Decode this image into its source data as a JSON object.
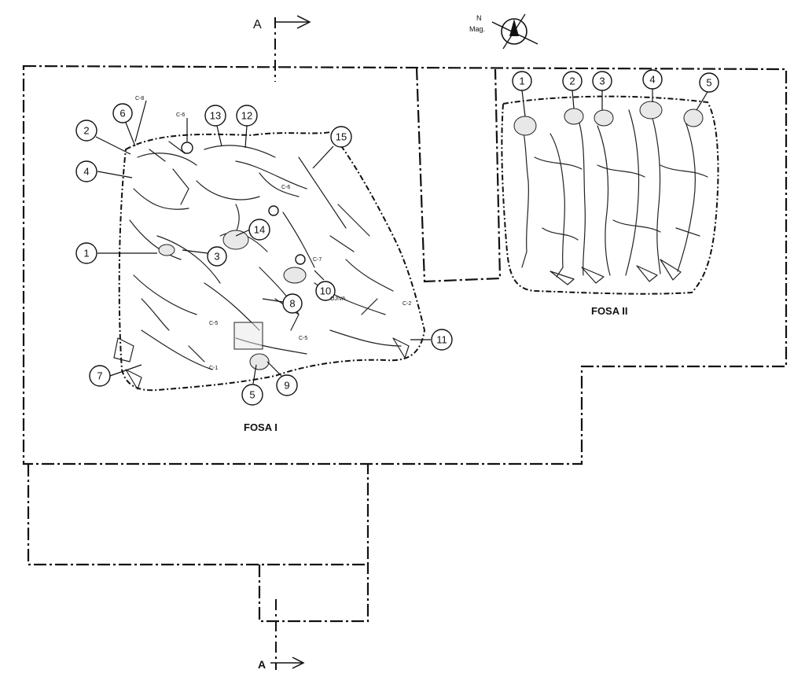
{
  "section_marker": {
    "letter": "A"
  },
  "north_arrow": {
    "line1": "N",
    "line2": "Mag.",
    "icon": "compass-icon"
  },
  "pits": [
    {
      "label": "FOSA I",
      "body_numbers": [
        "1",
        "2",
        "4",
        "6",
        "13",
        "12",
        "15",
        "14",
        "3",
        "8",
        "10",
        "11",
        "7",
        "5",
        "9"
      ],
      "casing_labels": [
        "C-8",
        "C-6",
        "C-6",
        "C-7",
        "C-5",
        "C-5",
        "C-2",
        "C-1"
      ],
      "ojiva_label": "OJIVA"
    },
    {
      "label": "FOSA II",
      "body_numbers": [
        "1",
        "2",
        "3",
        "4",
        "5"
      ]
    }
  ]
}
